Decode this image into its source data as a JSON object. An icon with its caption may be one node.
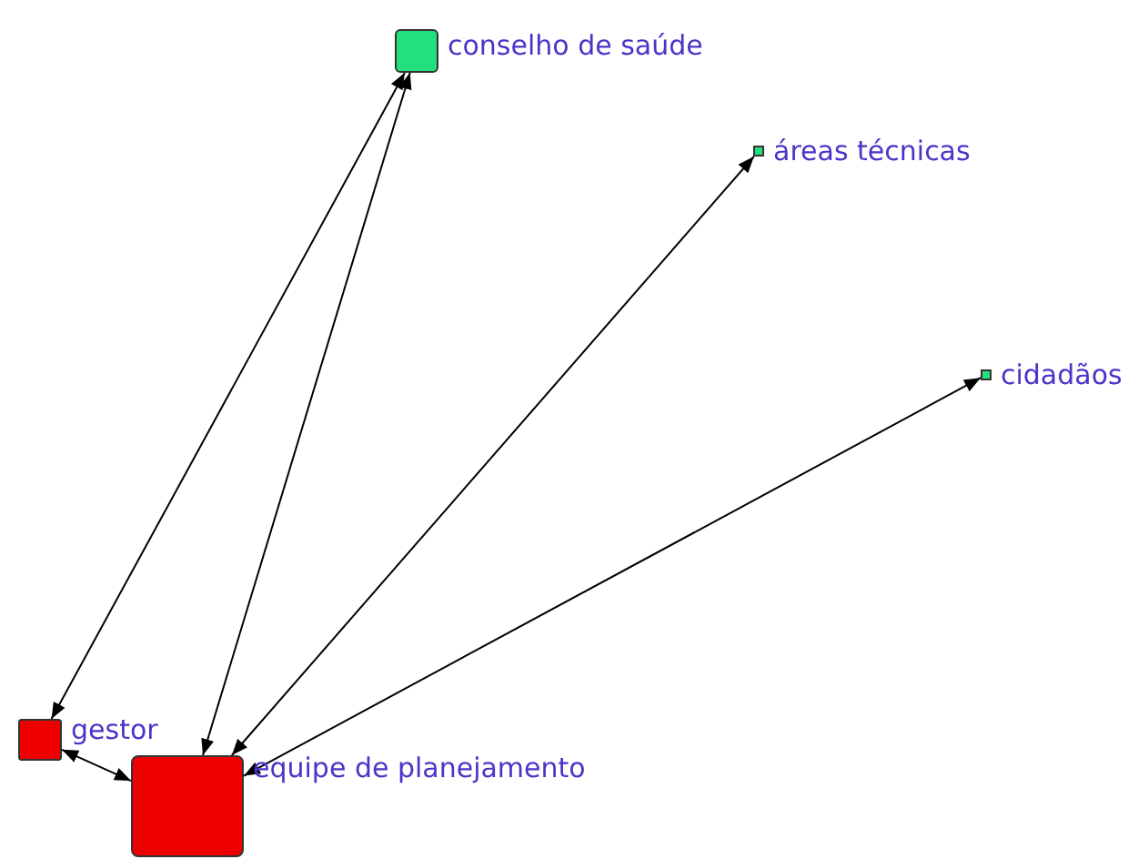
{
  "diagram": {
    "nodes": [
      {
        "text": [
          "conselho de saúde"
        ]
      },
      {
        "text": [
          "áreas técnicas"
        ]
      },
      {
        "text": [
          "cidadãos"
        ]
      },
      {
        "text": [
          "gestor"
        ]
      },
      {
        "text": [
          "equipe de planejamento"
        ]
      }
    ],
    "edges": [
      {
        "from": 0,
        "to": 3,
        "arrow": "both"
      },
      {
        "from": 0,
        "to": 4,
        "arrow": "both"
      },
      {
        "from": 4,
        "to": 1,
        "arrow": "both"
      },
      {
        "from": 4,
        "to": 2,
        "arrow": "both"
      },
      {
        "from": 3,
        "to": 4,
        "arrow": "both"
      }
    ]
  }
}
